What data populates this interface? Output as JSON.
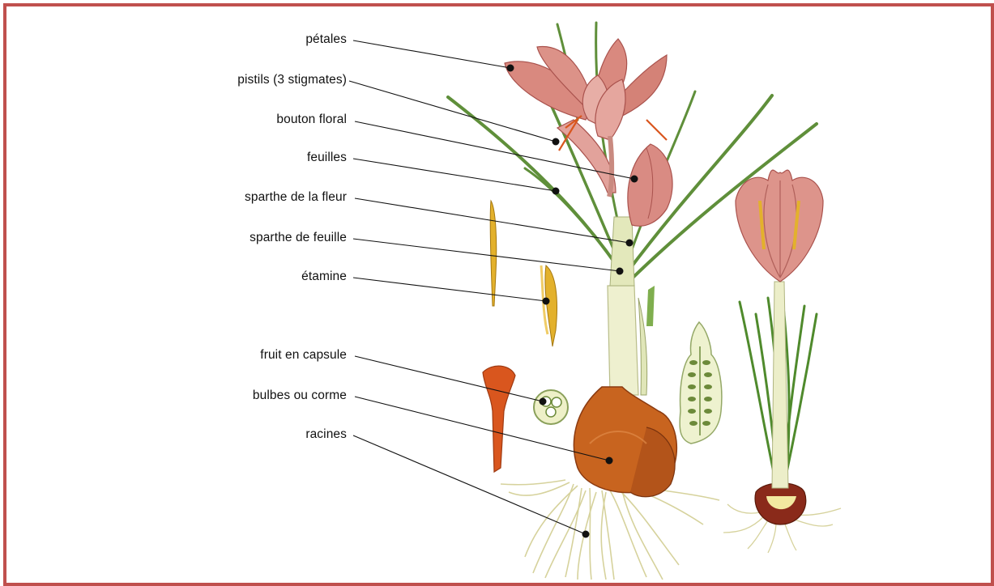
{
  "labels": [
    {
      "id": "petales",
      "text": "pétales"
    },
    {
      "id": "pistils",
      "text": "pistils (3 stigmates)"
    },
    {
      "id": "bouton",
      "text": "bouton floral"
    },
    {
      "id": "feuilles",
      "text": "feuilles"
    },
    {
      "id": "sparthe-fleur",
      "text": "sparthe de la fleur"
    },
    {
      "id": "sparthe-feuille",
      "text": "sparthe de feuille"
    },
    {
      "id": "etamine",
      "text": "étamine"
    },
    {
      "id": "fruit",
      "text": "fruit en capsule"
    },
    {
      "id": "bulbes",
      "text": "bulbes ou corme"
    },
    {
      "id": "racines",
      "text": "racines"
    }
  ],
  "colors": {
    "frame": "#c0504d",
    "petal": "#d9897f",
    "petal_dark": "#b95a55",
    "leaf": "#5f8f3a",
    "stem": "#e8ecc8",
    "bulb": "#c5601c",
    "stamen": "#e3b12c",
    "stigma": "#d9561e",
    "root": "#d8d5a0"
  }
}
